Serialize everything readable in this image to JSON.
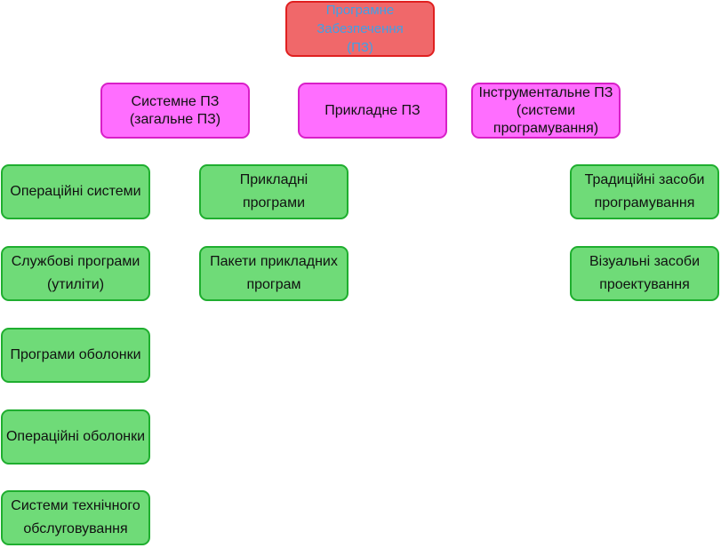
{
  "root": {
    "label": "Програмне\nЗабезпечення\n(ПЗ)"
  },
  "categories": [
    {
      "label": "Системне ПЗ\n(загальне ПЗ)"
    },
    {
      "label": "Прикладне ПЗ"
    },
    {
      "label": "Інструментальне ПЗ\n(системи\nпрограмування)"
    }
  ],
  "system_items": [
    {
      "label": "Операційні системи"
    },
    {
      "label": "Службові програми\n(утиліти)"
    },
    {
      "label": "Програми оболонки"
    },
    {
      "label": "Операційні оболонки"
    },
    {
      "label": "Системи технічного\nобслуговування"
    }
  ],
  "application_items": [
    {
      "label": "Прикладні\nпрограми"
    },
    {
      "label": "Пакети прикладних\nпрограм"
    }
  ],
  "tool_items": [
    {
      "label": "Традиційні засоби\nпрограмування"
    },
    {
      "label": "Візуальні засоби\nпроектування"
    }
  ],
  "colors": {
    "root_fill": "#f0686a",
    "root_border": "#e02020",
    "root_text": "#3fa0e8",
    "category_fill": "#ff6eff",
    "category_border": "#d81fc8",
    "leaf_fill": "#6fdb78",
    "leaf_border": "#1fae2f"
  }
}
